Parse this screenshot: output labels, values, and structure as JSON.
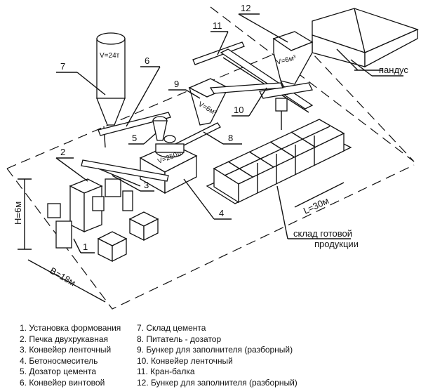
{
  "diagram": {
    "labels": {
      "n1": "1",
      "n2": "2",
      "n3": "3",
      "n4": "4",
      "n5": "5",
      "n6": "6",
      "n7": "7",
      "n8": "8",
      "n9": "9",
      "n10": "10",
      "n11": "11",
      "n12": "12"
    },
    "silo_volume": "V=24т",
    "hopper9_volume": "V=6м³",
    "hopper12_volume": "V=6м³",
    "mixer_volume": "V=250л",
    "height_dim": "H=6м",
    "width_dim": "B=18м",
    "length_dim": "L=30м",
    "ramp_label": "пандус",
    "warehouse_label_line1": "склад готовой",
    "warehouse_label_line2": "продукции"
  },
  "legend": {
    "col1": [
      "1. Установка формования",
      "2. Печка двухрукавная",
      "3. Конвейер ленточный",
      "4. Бетоносмеситель",
      "5. Дозатор цемента",
      "6. Конвейер винтовой"
    ],
    "col2": [
      "7. Склад цемента",
      "8. Питатель - дозатор",
      "9. Бункер для заполнителя (разборный)",
      "10. Конвейер ленточный",
      "11. Кран-балка",
      "12. Бункер для заполнителя (разборный)"
    ]
  }
}
